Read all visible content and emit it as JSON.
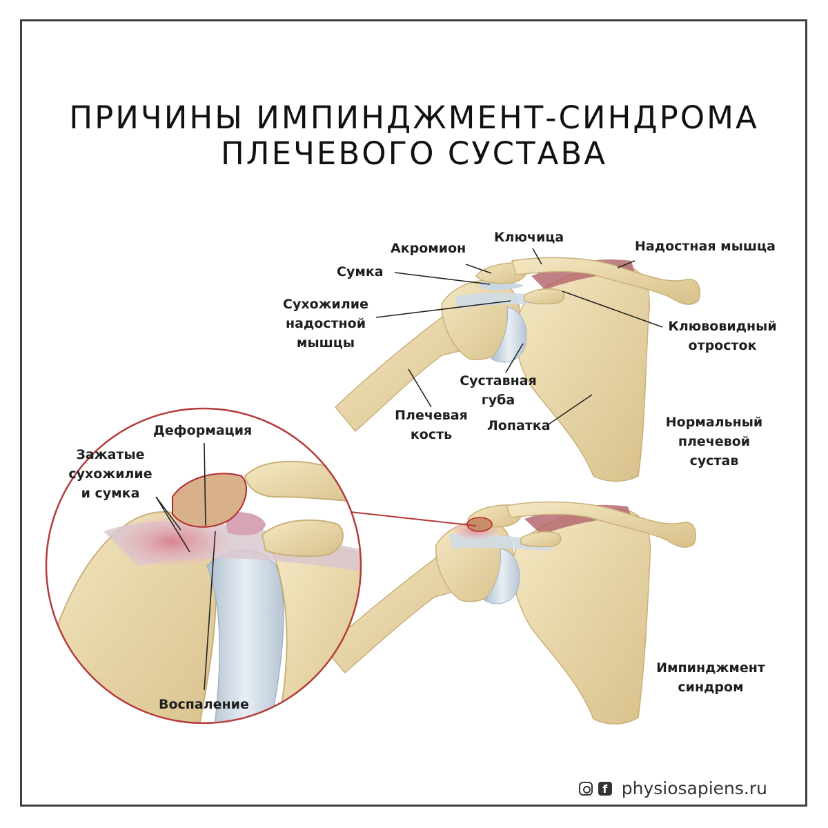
{
  "title": {
    "line1": "ПРИЧИНЫ ИМПИНДЖМЕНТ-СИНДРОМА",
    "line2": "ПЛЕЧЕВОГО СУСТАВА"
  },
  "normal_joint": {
    "caption": [
      "Нормальный",
      "плечевой",
      "сустав"
    ],
    "labels": {
      "acromion": "Акромион",
      "clavicle": "Ключица",
      "supraspinatus": "Надостная мышца",
      "bursa": "Сумка",
      "tendon": [
        "Сухожилие",
        "надостной",
        "мышцы"
      ],
      "coracoid": [
        "Клювовидный",
        "отросток"
      ],
      "labrum": [
        "Суставная",
        "губа"
      ],
      "humerus": [
        "Плечевая",
        "кость"
      ],
      "scapula": "Лопатка"
    }
  },
  "impingement_joint": {
    "caption": [
      "Импинджмент",
      "синдром"
    ]
  },
  "zoom": {
    "labels": {
      "deformation": "Деформация",
      "pinched": [
        "Зажатые",
        "сухожилие",
        "и сумка"
      ],
      "inflammation": "Воспаление"
    }
  },
  "footer": {
    "instagram_icon": "instagram-icon",
    "facebook_icon": "facebook-icon",
    "facebook_glyph": "f",
    "site": "physiosapiens.ru"
  },
  "colors": {
    "bone": "#ecdcae",
    "bone_shadow": "#cdb57a",
    "cartilage": "#cfdbe6",
    "muscle": "#b56a70",
    "inflammation": "#c0364a",
    "zoom_circle": "#b33a3a"
  }
}
